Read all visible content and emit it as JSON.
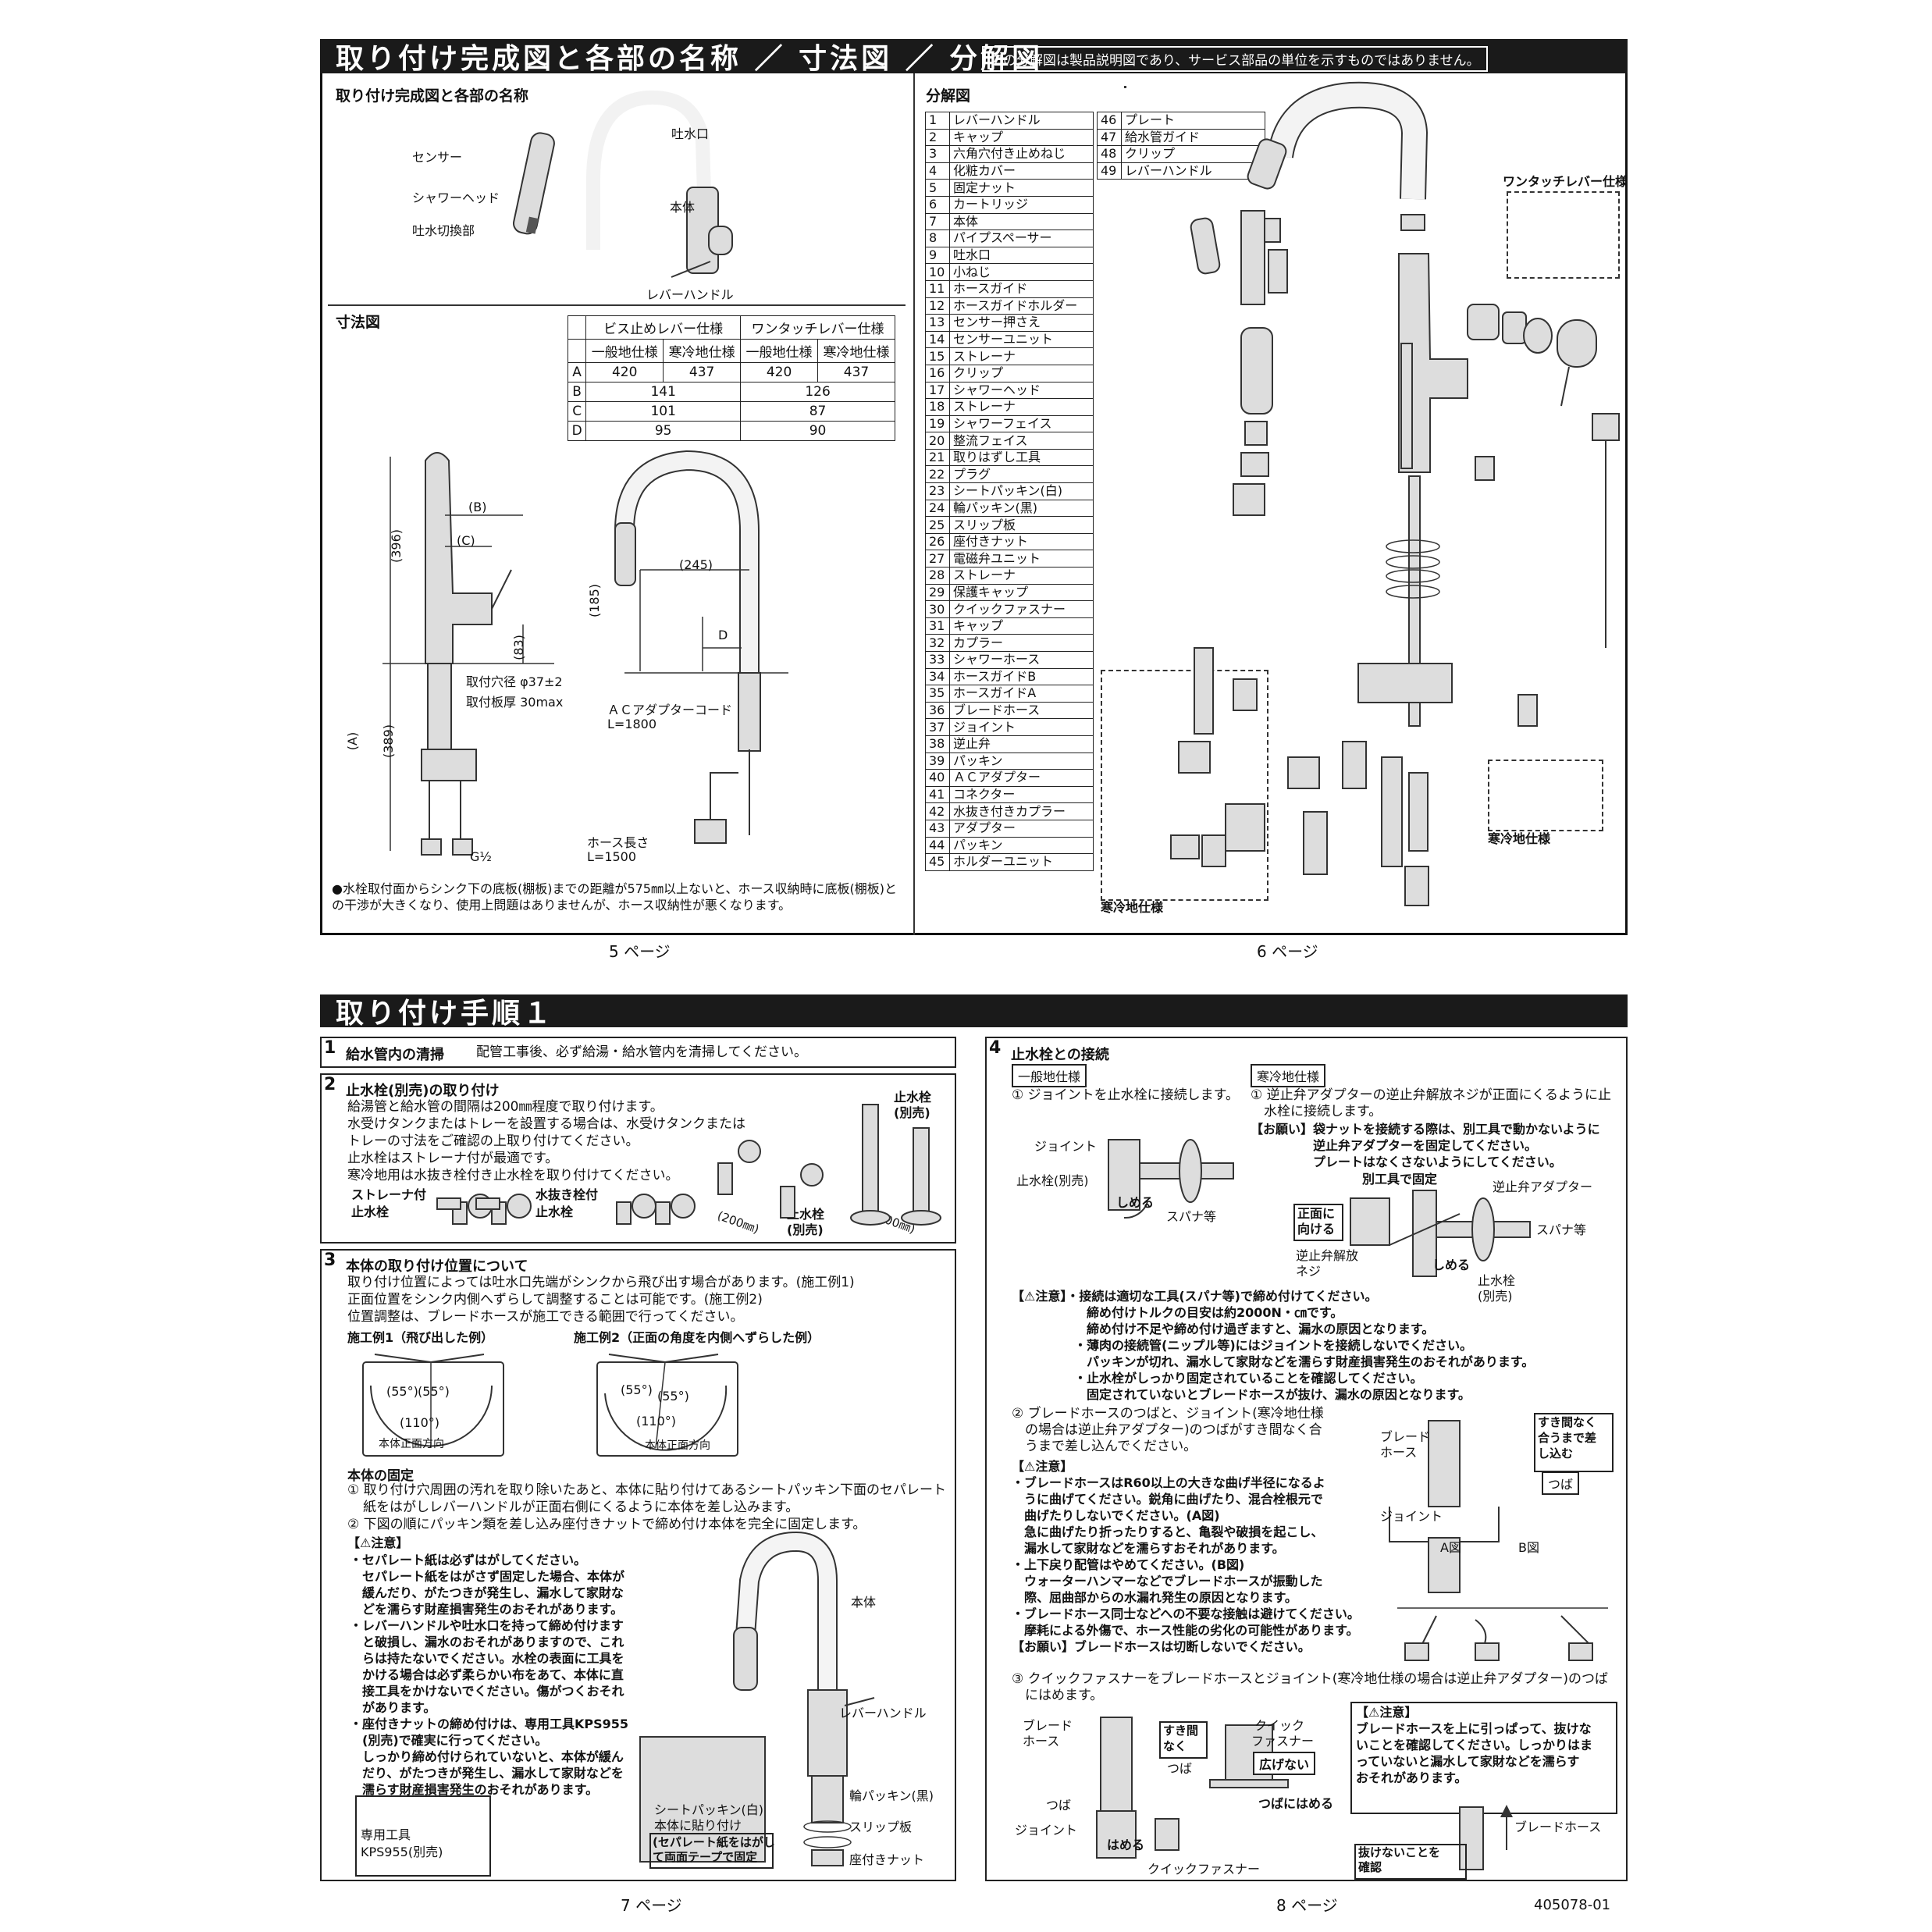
{
  "top": {
    "title": "取り付け完成図と各部の名称 ／ 寸法図 ／ 分解図",
    "note": "この分解図は製品説明図であり、サービス部品の単位を示すものではありません。",
    "assembly": {
      "heading": "取り付け完成図と各部の名称",
      "labels": [
        "吐水口",
        "センサー",
        "シャワーヘッド",
        "本体",
        "吐水切換部",
        "レバーハンドル"
      ]
    },
    "dimensions": {
      "heading": "寸法図",
      "table": {
        "group1": "ビス止めレバー仕様",
        "group2": "ワンタッチレバー仕様",
        "sub": [
          "一般地仕様",
          "寒冷地仕様",
          "一般地仕様",
          "寒冷地仕様"
        ],
        "rows": [
          {
            "k": "A",
            "v": [
              "420",
              "437",
              "420",
              "437"
            ]
          },
          {
            "k": "B",
            "v": [
              "141",
              "126"
            ]
          },
          {
            "k": "C",
            "v": [
              "101",
              "87"
            ]
          },
          {
            "k": "D",
            "v": [
              "95",
              "90"
            ]
          }
        ]
      },
      "labels": {
        "h396": "(396)",
        "b": "(B)",
        "c": "(C)",
        "h83": "(83)",
        "h389": "(389)",
        "a": "(A)",
        "g": "G½",
        "w245": "(245)",
        "h185": "(185)",
        "d": "D",
        "hole": "取付穴径 φ37±2",
        "plate": "取付板厚 30max",
        "adapter": "ＡＣアダプターコード",
        "adapter_len": "L=1800",
        "hose": "ホース長さ",
        "hose_len": "L=1500"
      },
      "footnote": "●水栓取付面からシンク下の底板(棚板)までの距離が575㎜以上ないと、ホース収納時に底板(棚板)との干渉が大きくなり、使用上問題はありませんが、ホース収納性が悪くなります。"
    },
    "exploded": {
      "heading": "分解図",
      "parts_left": [
        [
          "1",
          "レバーハンドル"
        ],
        [
          "2",
          "キャップ"
        ],
        [
          "3",
          "六角穴付き止めねじ"
        ],
        [
          "4",
          "化粧カバー"
        ],
        [
          "5",
          "固定ナット"
        ],
        [
          "6",
          "カートリッジ"
        ],
        [
          "7",
          "本体"
        ],
        [
          "8",
          "パイプスペーサー"
        ],
        [
          "9",
          "吐水口"
        ],
        [
          "10",
          "小ねじ"
        ],
        [
          "11",
          "ホースガイド"
        ],
        [
          "12",
          "ホースガイドホルダー"
        ],
        [
          "13",
          "センサー押さえ"
        ],
        [
          "14",
          "センサーユニット"
        ],
        [
          "15",
          "ストレーナ"
        ],
        [
          "16",
          "クリップ"
        ],
        [
          "17",
          "シャワーヘッド"
        ],
        [
          "18",
          "ストレーナ"
        ],
        [
          "19",
          "シャワーフェイス"
        ],
        [
          "20",
          "整流フェイス"
        ],
        [
          "21",
          "取りはずし工具"
        ],
        [
          "22",
          "プラグ"
        ],
        [
          "23",
          "シートパッキン(白)"
        ],
        [
          "24",
          "輪パッキン(黒)"
        ],
        [
          "25",
          "スリップ板"
        ],
        [
          "26",
          "座付きナット"
        ],
        [
          "27",
          "電磁弁ユニット"
        ],
        [
          "28",
          "ストレーナ"
        ],
        [
          "29",
          "保護キャップ"
        ],
        [
          "30",
          "クイックファスナー"
        ],
        [
          "31",
          "キャップ"
        ],
        [
          "32",
          "カプラー"
        ],
        [
          "33",
          "シャワーホース"
        ],
        [
          "34",
          "ホースガイドB"
        ],
        [
          "35",
          "ホースガイドA"
        ],
        [
          "36",
          "ブレードホース"
        ],
        [
          "37",
          "ジョイント"
        ],
        [
          "38",
          "逆止弁"
        ],
        [
          "39",
          "パッキン"
        ],
        [
          "40",
          "ＡＣアダプター"
        ],
        [
          "41",
          "コネクター"
        ],
        [
          "42",
          "水抜き付きカプラー"
        ],
        [
          "43",
          "アダプター"
        ],
        [
          "44",
          "パッキン"
        ],
        [
          "45",
          "ホルダーユニット"
        ]
      ],
      "parts_right": [
        [
          "46",
          "プレート"
        ],
        [
          "47",
          "給水管ガイド"
        ],
        [
          "48",
          "クリップ"
        ],
        [
          "49",
          "レバーハンドル"
        ]
      ],
      "onetouch": "ワンタッチレバー仕様",
      "cold1": "寒冷地仕様",
      "cold2": "寒冷地仕様"
    },
    "page5": "5 ページ",
    "page6": "6 ページ"
  },
  "bottom": {
    "title": "取り付け手順１",
    "step1": {
      "num": "1",
      "title": "給水管内の清掃",
      "text": "配管工事後、必ず給湯・給水管内を清掃してください。"
    },
    "step2": {
      "num": "2",
      "title": "止水栓(別売)の取り付け",
      "lines": [
        "給湯管と給水管の間隔は200㎜程度で取り付けます。",
        "水受けタンクまたはトレーを設置する場合は、水受けタンクまたは",
        "トレーの寸法をご確認の上取り付けてください。",
        "止水栓はストレーナ付が最適です。",
        "寒冷地用は水抜き栓付き止水栓を取り付けてください。"
      ],
      "l1": "ストレーナ付",
      "l2": "止水栓",
      "l3": "水抜き栓付",
      "l4": "止水栓",
      "l5": "止水栓",
      "l6": "(別売)",
      "l7": "止水栓",
      "l8": "(別売)",
      "d1": "(200㎜)",
      "d2": "(200㎜)"
    },
    "step3": {
      "num": "3",
      "title": "本体の取り付け位置について",
      "lines": [
        "取り付け位置によっては吐水口先端がシンクから飛び出す場合があります。(施工例1)",
        "正面位置をシンク内側へずらして調整することは可能です。(施工例2)",
        "位置調整は、ブレードホースが施工できる範囲で行ってください。"
      ],
      "ex1": "施工例1（飛び出した例）",
      "ex2": "施工例2（正面の角度を内側へずらした例）",
      "a55": "(55°)",
      "a110": "(110°)",
      "front": "本体正面方向",
      "fix_title": "本体の固定",
      "fix_lines": [
        "① 取り付け穴周囲の汚れを取り除いたあと、本体に貼り付けてあるシートパッキン下面のセパレート",
        "紙をはがしレバーハンドルが正面右側にくるように本体を差し込みます。",
        "② 下図の順にパッキン類を差し込み座付きナットで締め付け本体を完全に固定します。"
      ],
      "caution": "【⚠注意】",
      "cautions": [
        "・セパレート紙は必ずはがしてください。",
        "　セパレート紙をはがさず固定した場合、本体が",
        "　緩んだり、がたつきが発生し、漏水して家財な",
        "　どを濡らす財産損害発生のおそれがあります。",
        "・レバーハンドルや吐水口を持って締め付けます",
        "　と破損し、漏水のおそれがありますので、これ",
        "　らは持たないでください。水栓の表面に工具を",
        "　かける場合は必ず柔らかい布をあて、本体に直",
        "　接工具をかけないでください。傷がつくおそれ",
        "　があります。",
        "・座付きナットの締め付けは、専用工具KPS955",
        "　(別売)で確実に行ってください。",
        "　しっかり締め付けられていないと、本体が緩ん",
        "　だり、がたつきが発生し、漏水して家財などを",
        "　濡らす財産損害発生のおそれがあります。"
      ],
      "tool1": "専用工具",
      "tool2": "KPS955(別売)",
      "body": "本体",
      "lever": "レバーハンドル",
      "ring": "輪パッキン(黒)",
      "slip": "スリップ板",
      "nut": "座付きナット",
      "seat1": "シートパッキン(白)",
      "seat2": "本体に貼り付け",
      "seat3": "(セパレート紙をはがし",
      "seat4": "て両面テープで固定"
    },
    "step4": {
      "num": "4",
      "title": "止水栓との接続",
      "general": "一般地仕様",
      "cold": "寒冷地仕様",
      "g1": "① ジョイントを止水栓に接続します。",
      "c1": [
        "① 逆止弁アダプターの逆止弁解放ネジが正面にくるように止",
        "　水栓に接続します。"
      ],
      "req": [
        "【お願い】袋ナットを接続する際は、別工具で動かないように",
        "　　　　　逆止弁アダプターを固定してください。",
        "　　　　　プレートはなくさないようにしてください。"
      ],
      "joint": "ジョイント",
      "valve": "止水栓(別売)",
      "tighten": "しめる",
      "spanner": "スパナ等",
      "fix_tool": "別工具で固定",
      "check_adapter": "逆止弁アダプター",
      "front1": "正面に",
      "front2": "向ける",
      "release1": "逆止弁解放",
      "release2": "ネジ",
      "spanner2": "スパナ等",
      "tighten2": "しめる",
      "valve2a": "止水栓",
      "valve2b": "(別売)",
      "caution_lines": [
        "【⚠注意】・接続は適切な工具(スパナ等)で締め付けてください。",
        "　　　　　　締め付けトルクの目安は約2000N・㎝です。",
        "　　　　　　締め付け不足や締め付け過ぎますと、漏水の原因となります。",
        "　　　　　・薄肉の接続管(ニップル等)にはジョイントを接続しないでください。",
        "　　　　　　パッキンが切れ、漏水して家財などを濡らす財産損害発生のおそれがあります。",
        "　　　　　・止水栓がしっかり固定されていることを確認してください。",
        "　　　　　　固定されていないとブレードホースが抜け、漏水の原因となります。"
      ],
      "s2": [
        "② ブレードホースのつばと、ジョイント(寒冷地仕様",
        "　の場合は逆止弁アダプター)のつばがすき間なく合",
        "　うまで差し込んでください。"
      ],
      "s2c": [
        "【⚠注意】",
        "・ブレードホースはR60以上の大きな曲げ半径になるよ",
        "　うに曲げてください。鋭角に曲げたり、混合栓根元で",
        "　曲げたりしないでください。(A図)",
        "　急に曲げたり折ったりすると、亀裂や破損を起こし、",
        "　漏水して家財などを濡らすおそれがあります。",
        "・上下戻り配管はやめてください。(B図)",
        "　ウォーターハンマーなどでブレードホースが振動した",
        "　際、屈曲部からの水漏れ発生の原因となります。",
        "・ブレードホース同士などへの不要な接触は避けてください。",
        "　摩耗による外傷で、ホース性能の劣化の可能性があります。",
        "【お願い】ブレードホースは切断しないでください。"
      ],
      "braid1": "ブレード",
      "braid2": "ホース",
      "joint2": "ジョイント",
      "gap1": "すき間なく",
      "gap2": "合うまで差",
      "gap3": "し込む",
      "tsuba": "つば",
      "figA": "A図",
      "figB": "B図",
      "s3": [
        "③ クイックファスナーをブレードホースとジョイント(寒冷地仕様の場合は逆止弁アダプター)のつば",
        "　にはめます。"
      ],
      "braid3a": "ブレード",
      "braid3b": "ホース",
      "nogap1": "すき間",
      "nogap2": "なく",
      "qf1": "クイック",
      "qf2": "ファスナー",
      "spread": "広げない",
      "tsuba2": "つば",
      "tsuba3": "つば",
      "fit": "つばにはめる",
      "joint3": "ジョイント",
      "fit2": "はめる",
      "qf3": "クイックファスナー",
      "s3c": [
        "【⚠注意】",
        "ブレードホースを上に引っぱって、抜けな",
        "いことを確認してください。しっかりはま",
        "っていないと漏水して家財などを濡らす",
        "おそれがあります。"
      ],
      "braid4": "ブレードホース",
      "confirm1": "抜けないことを",
      "confirm2": "確認"
    },
    "page7": "7 ページ",
    "page8": "8 ページ",
    "docno": "405078-01"
  }
}
